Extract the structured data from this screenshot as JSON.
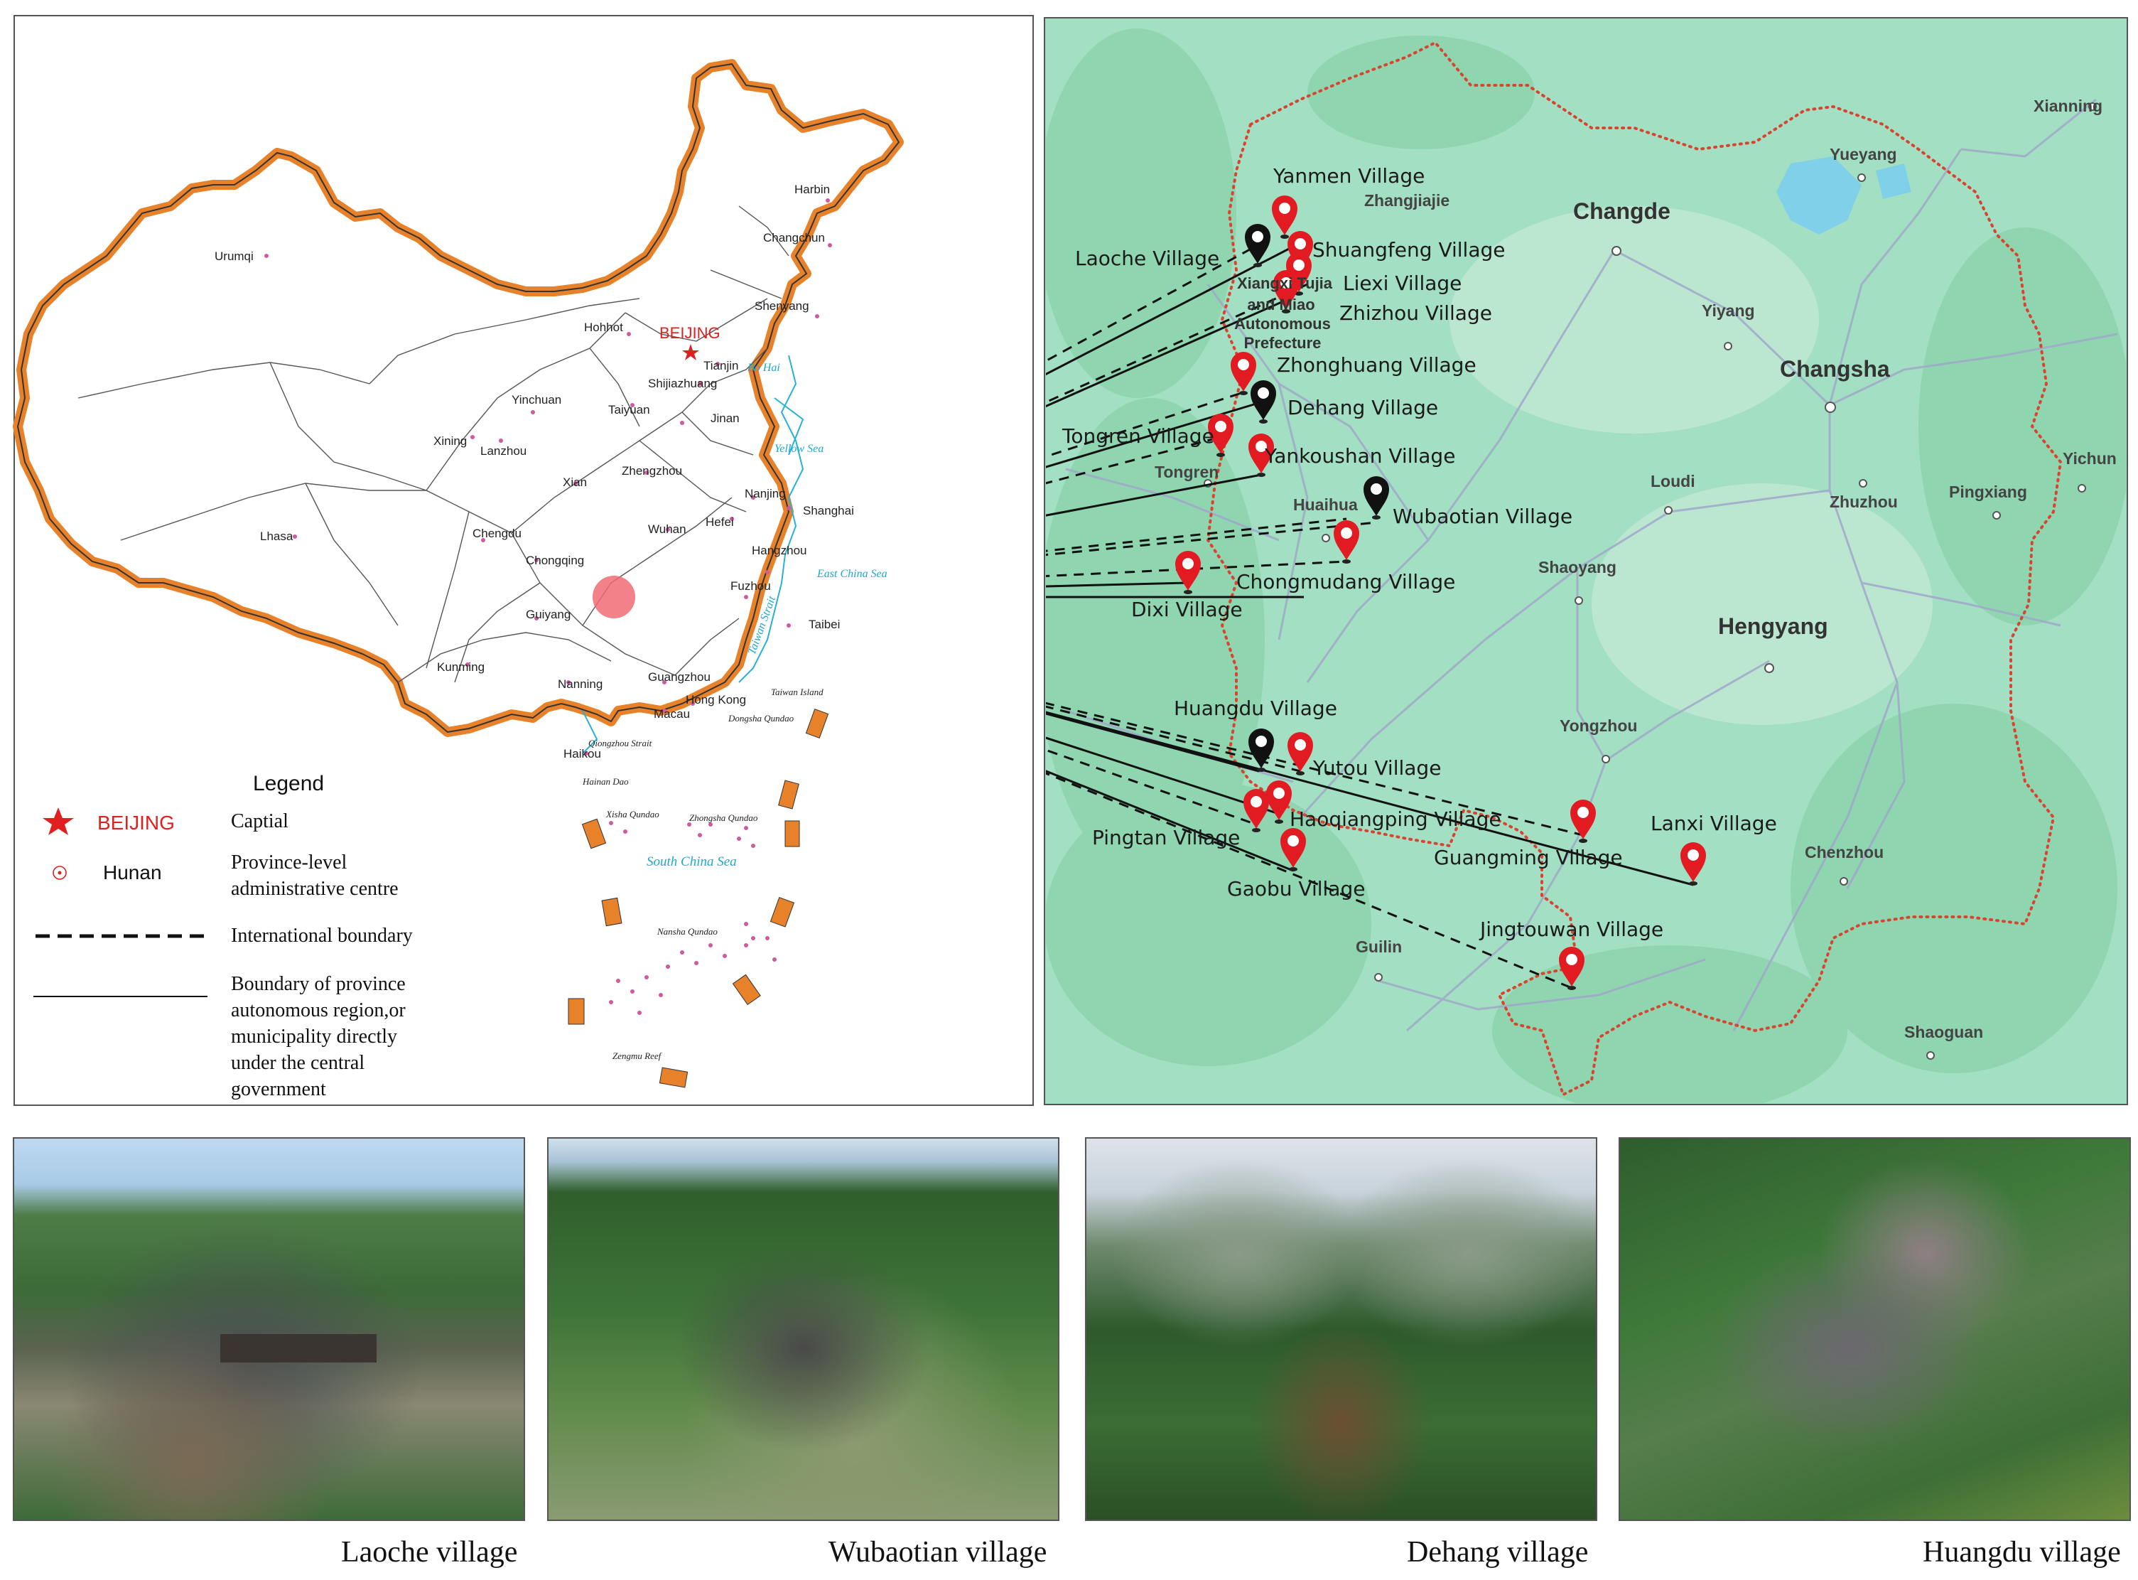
{
  "china_map": {
    "capital": {
      "label": "BEIJING"
    },
    "cities": [
      "Harbin",
      "Changchun",
      "Urumqi",
      "Shenyang",
      "Hohhot",
      "Tianjin",
      "Shijiazhuang",
      "Yinchuan",
      "Taiyuan",
      "Jinan",
      "Xining",
      "Lanzhou",
      "Xian",
      "Zhengzhou",
      "Nanjing",
      "Shanghai",
      "Hefei",
      "Lhasa",
      "Chengdu",
      "Wuhan",
      "Chongqing",
      "Hangzhou",
      "Guiyang",
      "Fuzhou",
      "Taibei",
      "Kunming",
      "Nanning",
      "Guangzhou",
      "Hong Kong",
      "Macau",
      "Haikou"
    ],
    "seas": [
      "Bo Hai",
      "Yellow Sea",
      "East China Sea",
      "Taiwan Strait",
      "South China Sea"
    ],
    "islands": [
      "Taiwan Island",
      "Dongsha Qundao",
      "Qiongzhou Strait",
      "Hainan Dao",
      "Xisha Qundao",
      "Zhongsha Qundao",
      "Nansha Qundao",
      "Zengmu Reef"
    ]
  },
  "legend": {
    "title": "Legend",
    "items": [
      {
        "symbol": "BEIJING",
        "text": "Captial"
      },
      {
        "symbol": "Hunan",
        "text": "Province-level administrative centre"
      },
      {
        "text": "International boundary"
      },
      {
        "text": "Boundary of province autonomous region,or municipality directly under the central government"
      }
    ]
  },
  "hunan_map": {
    "villages": [
      {
        "name": "Yanmen Village",
        "marker": "red"
      },
      {
        "name": "Laoche Village",
        "marker": "black"
      },
      {
        "name": "Shuangfeng Village",
        "marker": "red"
      },
      {
        "name": "Liexi Village",
        "marker": "red"
      },
      {
        "name": "Zhizhou Village",
        "marker": "red"
      },
      {
        "name": "Zhonghuang Village",
        "marker": "red"
      },
      {
        "name": "Dehang Village",
        "marker": "black"
      },
      {
        "name": "Tongren Village",
        "marker": "red"
      },
      {
        "name": "Yankoushan Village",
        "marker": "red"
      },
      {
        "name": "Wubaotian Village",
        "marker": "black"
      },
      {
        "name": "Chongmudang Village",
        "marker": "red"
      },
      {
        "name": "Dixi Village",
        "marker": "red"
      },
      {
        "name": "Huangdu Village",
        "marker": "black"
      },
      {
        "name": "Yutou Village",
        "marker": "red"
      },
      {
        "name": "Haoqiangping Village",
        "marker": "red"
      },
      {
        "name": "Pingtan Village",
        "marker": "red"
      },
      {
        "name": "Guangming Village",
        "marker": "red"
      },
      {
        "name": "Lanxi Village",
        "marker": "red"
      },
      {
        "name": "Gaobu Village",
        "marker": "red"
      },
      {
        "name": "Jingtouwan Village",
        "marker": "red"
      }
    ],
    "places_major": [
      "Changde",
      "Changsha",
      "Hengyang"
    ],
    "places": [
      "Xianning",
      "Yueyang",
      "Zhangjiajie",
      "Yiyang",
      "Yichun",
      "Pingxiang",
      "Loudi",
      "Zhuzhou",
      "Tongren",
      "Huaihua",
      "Shaoyang",
      "Yongzhou",
      "Chenzhou",
      "Guilin",
      "Shaoguan"
    ],
    "prefecture": [
      "Xiangxi Tujia",
      "and Miao",
      "Autonomous",
      "Prefecture"
    ]
  },
  "photos": [
    {
      "caption": "Laoche village"
    },
    {
      "caption": "Wubaotian village"
    },
    {
      "caption": "Dehang village"
    },
    {
      "caption": "Huangdu village"
    }
  ],
  "colors": {
    "marker_red": "#e21b23",
    "marker_black": "#111111",
    "map_green": "#9ddcbd",
    "china_border": "#e8822a",
    "boundary_dotted": "#d9432f",
    "beijing_red": "#e02020"
  }
}
